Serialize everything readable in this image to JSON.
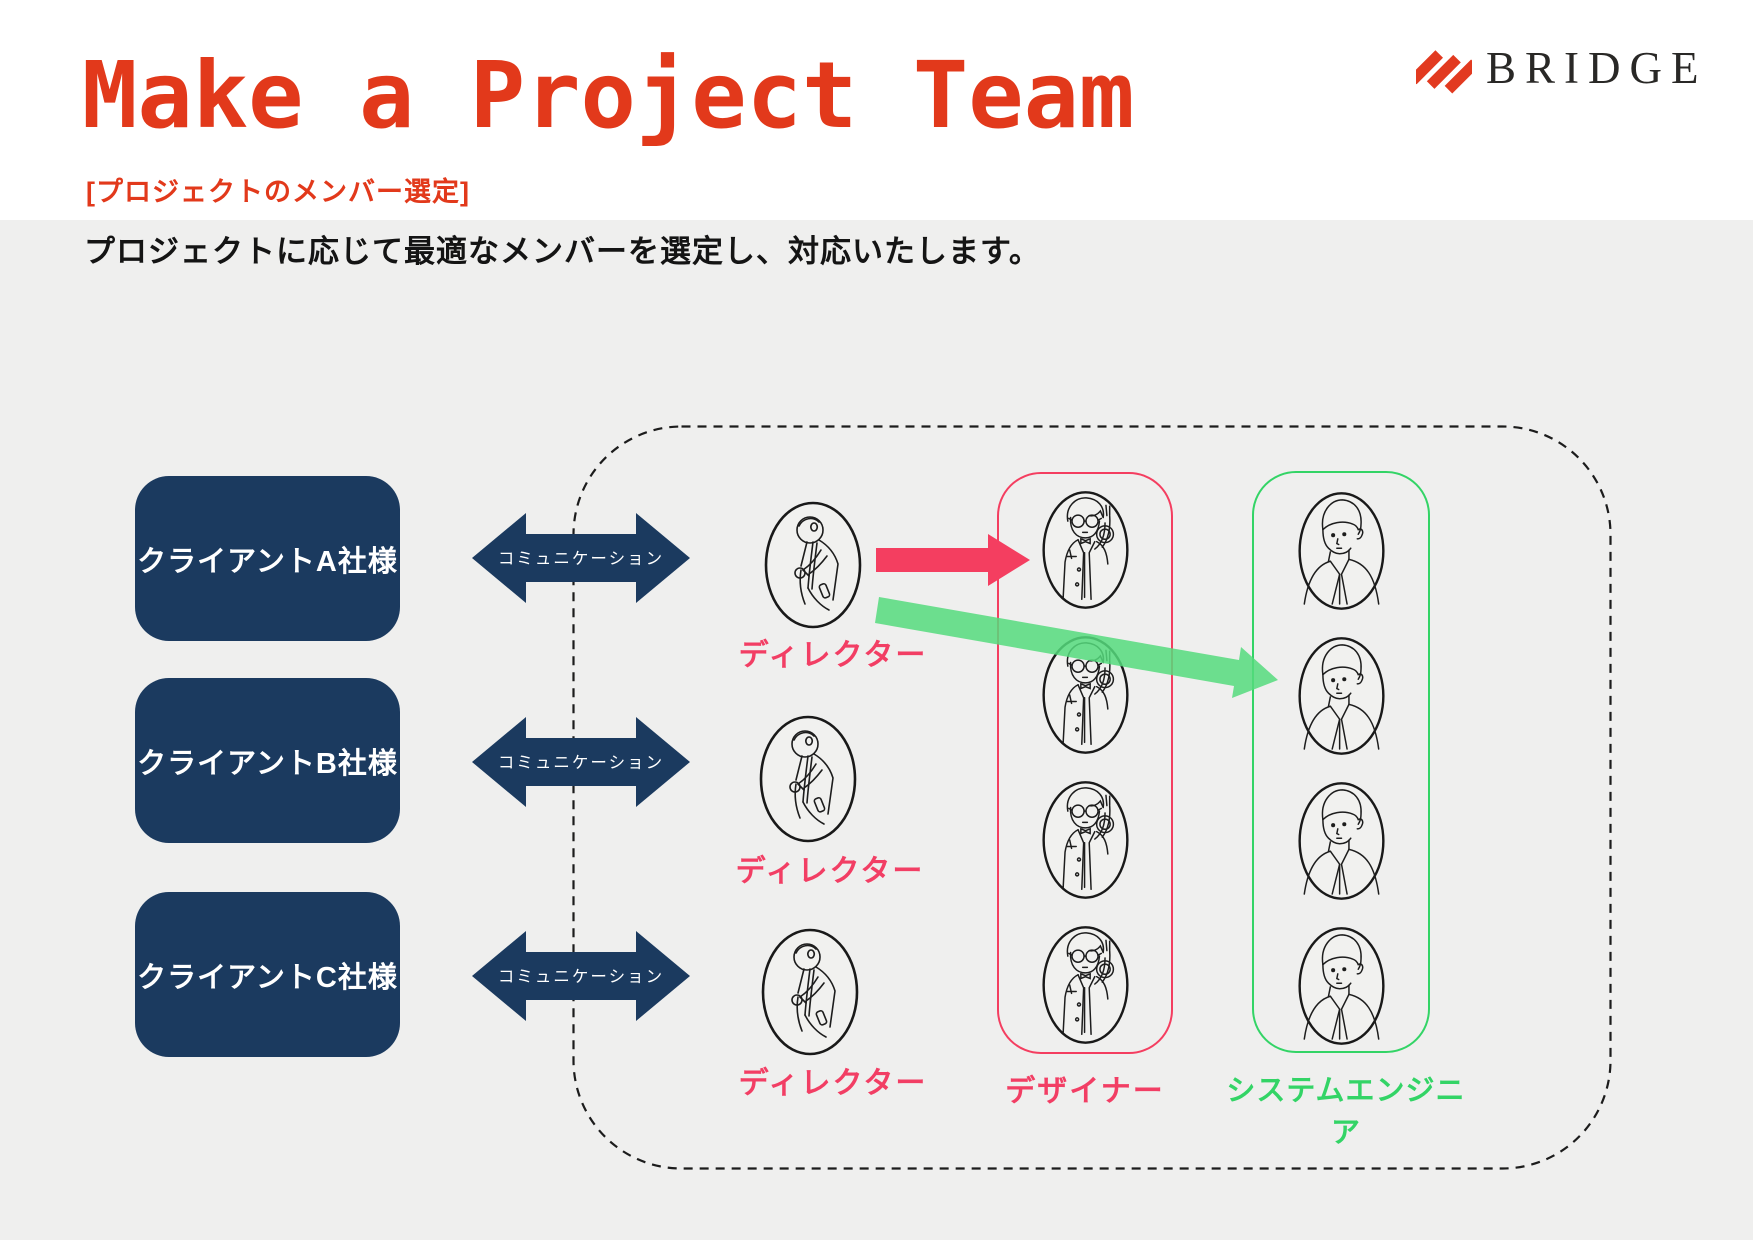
{
  "slide": {
    "title": "Make a Project Team",
    "subtitle": "[プロジェクトのメンバー選定]",
    "description": "プロジェクトに応じて最適なメンバーを選定し、対応いたします。"
  },
  "logo": {
    "brand": "BRIDGE"
  },
  "clients": [
    {
      "label": "クライアントA社様"
    },
    {
      "label": "クライアントB社様"
    },
    {
      "label": "クライアントC社様"
    }
  ],
  "communication": {
    "label": "コミュニケーション"
  },
  "roles": {
    "director": {
      "label": "ディレクター",
      "count": 3
    },
    "designer": {
      "label": "デザイナー",
      "count": 4
    },
    "engineer": {
      "label": "システムエンジニア",
      "count": 4
    }
  },
  "colors": {
    "title_red": "#e2391b",
    "logo_red": "#e23a20",
    "navy": "#1b3a5f",
    "pink": "#f43e60",
    "green": "#33d466",
    "arrow_green": "#55db7d",
    "background_gray": "#efefee"
  }
}
